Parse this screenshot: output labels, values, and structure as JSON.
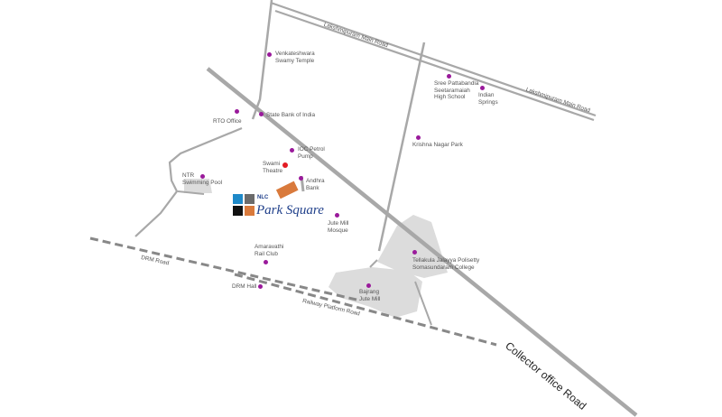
{
  "brand": {
    "small_text": "NLC",
    "name": "Park Square",
    "colors": {
      "blue": "#1e89c8",
      "grey": "#6b6b6b",
      "black": "#111111",
      "orange": "#d97a3c"
    }
  },
  "colors": {
    "road": "#a8a8a8",
    "poi_marker": "#9a1a9b",
    "theatre_marker": "#e31b23",
    "project_block": "#d97a3c",
    "grey_area": "#dcdcdc"
  },
  "roads": {
    "lakshmipuram_top": "Lakshmipuram Main Road",
    "lakshmipuram_right": "Lakshmipuram Main Road",
    "drm": "DRM Road",
    "railway_platform": "Railway Platform Road",
    "collector_office": "Collector office Road"
  },
  "landmarks": {
    "venkateshwara": "Venkateshwara\nSwamy Temple",
    "rto": "RTO Office",
    "sbi": "State Bank of India",
    "ioc": "IOC Petrol\nPump",
    "swami": "Swami\nTheatre",
    "ntr": "NTR\nSwimming Pool",
    "andhra": "Andhra\nBank",
    "jute_mosque": "Jute Mill\nMosque",
    "amaravathi": "Amaravathi\nRail Club",
    "drm_hall": "DRM Hall",
    "bajrang": "Bajrang\nJute Mill",
    "tellakula": "Tellakula Jalayya Polisetty\nSomasundaram College",
    "krishna": "Krishna Nagar Park",
    "sree": "Sree Pattabandla\nSeetaramaiah\nHigh School",
    "indian": "Indian\nSprings"
  }
}
